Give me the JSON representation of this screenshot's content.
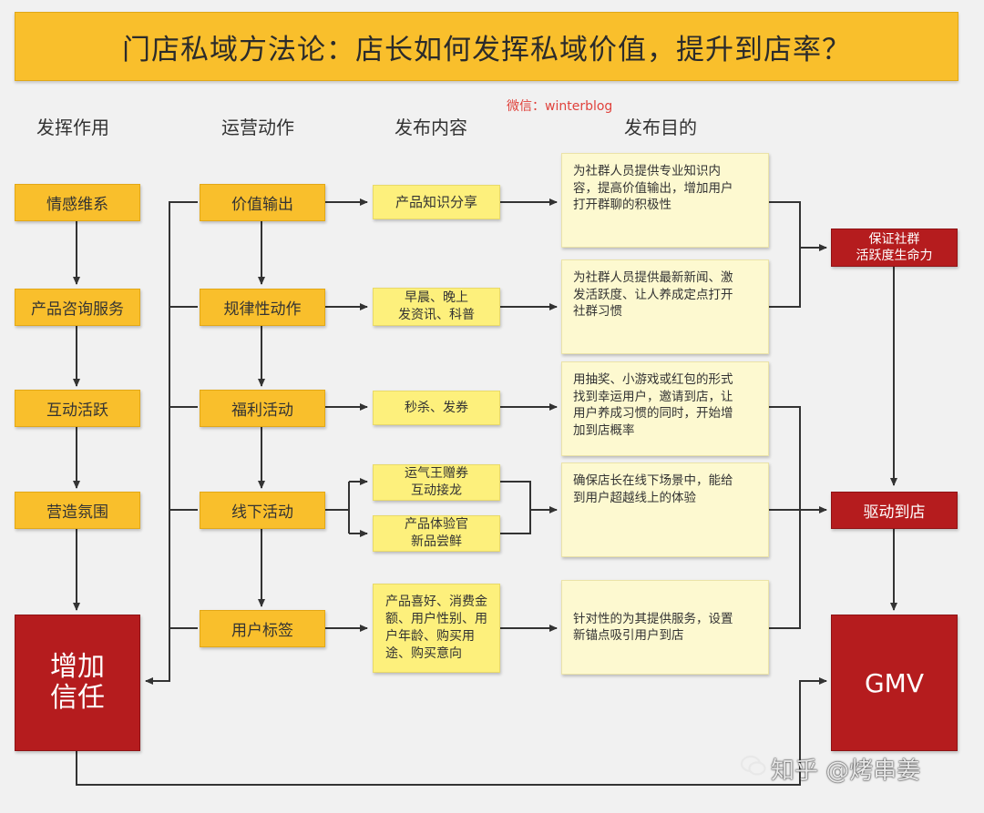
{
  "title": "门店私域方法论：店长如何发挥私域价值，提升到店率？",
  "watermark": "微信：winterblog",
  "headers": {
    "col1": "发挥作用",
    "col2": "运营动作",
    "col3": "发布内容",
    "col4": "发布目的"
  },
  "effects": [
    "情感维系",
    "产品咨询服务",
    "互动活跃",
    "营造氛围"
  ],
  "trust": "增加\n信任",
  "actions": [
    "价值输出",
    "规律性动作",
    "福利活动",
    "线下活动",
    "用户标签"
  ],
  "contents": {
    "c1": "产品知识分享",
    "c2": "早晨、晚上\n发资讯、科普",
    "c3": "秒杀、发券",
    "c4a": "运气王赠券\n互动接龙",
    "c4b": "产品体验官\n新品尝鲜",
    "c5": "产品喜好、消费金\n额、用户性别、用\n户年龄、购买用\n途、购买意向"
  },
  "purposes": {
    "p1": "为社群人员提供专业知识内\n容，提高价值输出，增加用户\n打开群聊的积极性",
    "p2": "为社群人员提供最新新闻、激\n发活跃度、让人养成定点打开\n社群习惯",
    "p3": "用抽奖、小游戏或红包的形式\n找到幸运用户，邀请到店，让\n用户养成习惯的同时，开始增\n加到店概率",
    "p4": "确保店长在线下场景中，能给\n到用户超越线上的体验",
    "p5": "针对性的为其提供服务，设置\n新锚点吸引用户到店"
  },
  "results": {
    "r1": "保证社群\n活跃度生命力",
    "r2": "驱动到店",
    "r3": "GMV"
  },
  "corner_mark": "知乎 @烤串姜"
}
